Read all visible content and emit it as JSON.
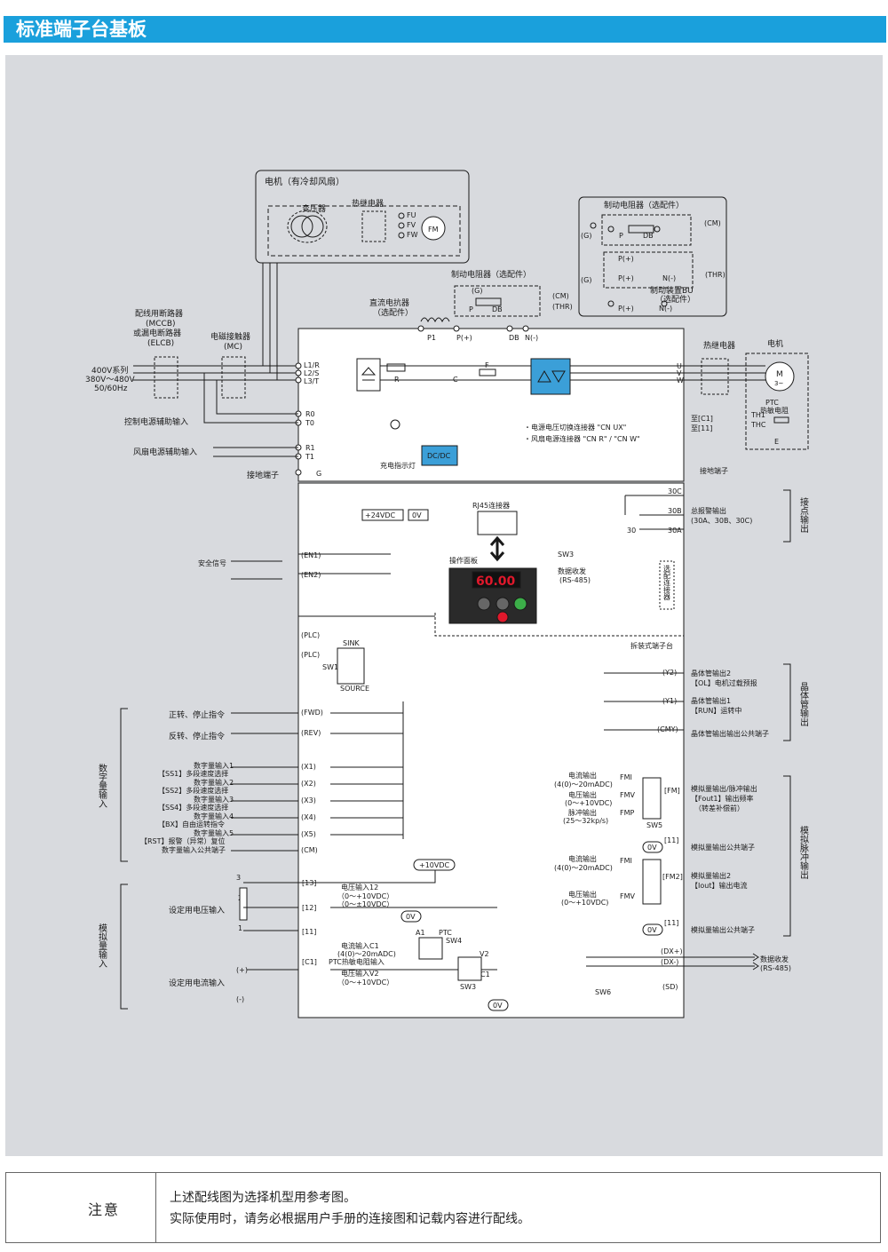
{
  "header": {
    "title": "标准端子台基板"
  },
  "panel": {
    "motor_fan": "电机（有冷却风扇）",
    "transformer": "变压器",
    "thermal_relay": "热继电器",
    "fu": "FU",
    "fv": "FV",
    "fw": "FW",
    "fm": "FM",
    "brake_resistor_opt": "制动电阻器（选配件）",
    "brake_unit_opt": "制动装置BU",
    "brake_unit_opt2": "（选配件）",
    "cm": "(CM)",
    "thr": "(THR)",
    "g": "(G)",
    "p": "P",
    "db": "DB",
    "pplus": "P(+)",
    "nminus": "N(-)",
    "mccb1": "配线用断路器",
    "mccb2": "(MCCB)",
    "mccb3": "或漏电断路器",
    "mccb4": "(ELCB)",
    "mc1": "电磁接触器",
    "mc2": "(MC)",
    "dcr1": "直流电抗器",
    "dcr2": "（选配件）",
    "p1": "P1",
    "p_plus": "P(+)",
    "db2": "DB",
    "n_minus": "N(-)",
    "v400": "400V系列",
    "v380": "380V～480V",
    "hz": "50/60Hz",
    "l1": "L1/R",
    "l2": "L2/S",
    "l3": "L3/T",
    "r0": "R0",
    "t0": "T0",
    "r1": "R1",
    "t1": "T1",
    "gt": "G",
    "ctl_aux": "控制电源辅助输入",
    "fan_aux": "风扇电源辅助输入",
    "gnd_term": "接地端子",
    "r_res": "R",
    "c_lbl": "C",
    "f_lbl": "F",
    "charge_lamp": "充电指示灯",
    "dcdc": "DC/DC",
    "cn_ux": "・电源电压切换连接器 \"CN UX\"",
    "cn_rw": "・风扇电源连接器 \"CN R\" / \"CN W\"",
    "u": "U",
    "v": "V",
    "w": "W",
    "thermal_relay2": "热继电器",
    "motor": "电机",
    "m3": "M",
    "m3b": "3~",
    "ptc1": "PTC",
    "ptc2": "热敏电阻",
    "to_c1": "至[C1]",
    "to_11": "至[11]",
    "th1": "TH1",
    "thc": "THC",
    "e": "E",
    "gnd_term2": "接地端子",
    "v24": "+24VDC",
    "v0": "0V",
    "rj45": "RJ45连接器",
    "sw3": "SW3",
    "comm1": "数据收发",
    "comm2": "(RS-485)",
    "op_panel": "操作面板",
    "lcd": "60.00",
    "safety": "安全信号",
    "en1": "(EN1)",
    "en2": "(EN2)",
    "plc1": "(PLC)",
    "plc2": "(PLC)",
    "sink": "SINK",
    "source": "SOURCE",
    "sw1": "SW1",
    "t30c": "30C",
    "t30b": "30B",
    "t30a": "30A",
    "t30": "30",
    "alarm1": "总报警输出",
    "alarm2": "(30A、30B、30C)",
    "contact_out": "接点输出",
    "opt_conn": "选配连接器",
    "removable": "拆装式端子台",
    "y2": "(Y2)",
    "y1": "(Y1)",
    "cmy": "(CMY)",
    "y2a": "晶体管输出2",
    "y2b": "【OL】电机过载预报",
    "y1a": "晶体管输出1",
    "y1b": "【RUN】运转中",
    "cmya": "晶体管输出输出公共端子",
    "tr_out": "晶体管输出",
    "fwd_cmd": "正转、停止指令",
    "rev_cmd": "反转、停止指令",
    "fwd": "(FWD)",
    "rev": "(REV)",
    "x1": "(X1)",
    "x2": "(X2)",
    "x3": "(X3)",
    "x4": "(X4)",
    "x5": "(X5)",
    "cmt": "(CM)",
    "di1a": "数字量输入1",
    "di1b": "【SS1】多段速度选择",
    "di2a": "数字量输入2",
    "di2b": "【SS2】多段速度选择",
    "di3a": "数字量输入3",
    "di3b": "【SS4】多段速度选择",
    "di4a": "数字量输入4",
    "di4b": "【BX】自由运转指令",
    "di5a": "数字量输入5",
    "di5b": "【RST】报警（异常）复位",
    "dicom": "数字量输入公共端子",
    "digital_in": "数字量输入",
    "cur_out1": "电流输出",
    "cur_out2": "(4(0)～20mADC)",
    "vol_out1": "电压输出",
    "vol_out2": "(0～+10VDC)",
    "pulse1": "脉冲输出",
    "pulse2": "(25～32kp/s)",
    "fmi": "FMI",
    "fmv": "FMV",
    "fmp": "FMP",
    "fmt": "[FM]",
    "sw5": "SW5",
    "fm_a": "模拟量输出/脉冲输出",
    "fm_b": "【Fout1】输出频率",
    "fm_c": "（转差补偿前）",
    "t11": "[11]",
    "ov": "0V",
    "ao_com": "模拟量输出公共端子",
    "fm2": "[FM2]",
    "fm2_a": "模拟量输出2",
    "fm2_b": "【Iout】输出电流",
    "analog_pulse_out": "模拟脉冲输出",
    "v10": "+10VDC",
    "t13": "[13]",
    "t12": "[12]",
    "t11b": "[11]",
    "tc1": "[C1]",
    "pot3": "3",
    "pot2": "2",
    "pot1": "1",
    "set_v": "设定用电压输入",
    "set_i": "设定用电流输入",
    "v12a": "电压输入12",
    "v12b": "（0～+10VDC）",
    "v12c": "（0～±10VDC）",
    "a1": "A1",
    "ptc": "PTC",
    "sw4": "SW4",
    "c1a": "电流输入C1",
    "c1b": "(4(0)～20mADC)",
    "c1c": "PTC热敏电阻输入",
    "v2a": "电压输入V2",
    "v2b": "（0～+10VDC）",
    "v2": "V2",
    "c1": "C1",
    "sw3b": "SW3",
    "plus": "(+)",
    "minus": "(-)",
    "analog_in": "模拟量输入",
    "dxp": "(DX+)",
    "dxm": "(DX-)",
    "sd": "(SD)",
    "sw6": "SW6",
    "comm3": "数据收发",
    "comm4": "(RS-485)"
  },
  "note": {
    "label": "注意",
    "line1": "上述配线图为选择机型用参考图。",
    "line2": "实际使用时，请务必根据用户手册的连接图和记载内容进行配线。"
  },
  "colors": {
    "header_bg": "#1aa0dc",
    "panel_bg": "#d8dade",
    "module_blue": "#3b9fd8",
    "warn_yellow": "#ffd400"
  }
}
